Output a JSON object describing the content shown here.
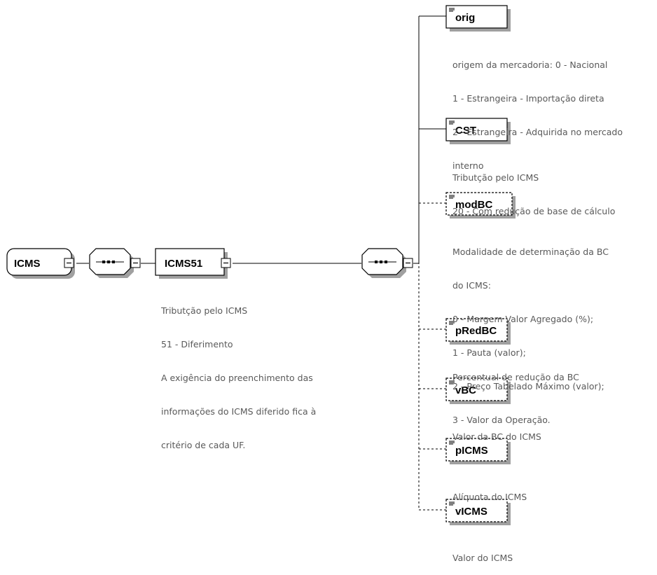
{
  "nodes": {
    "icms": {
      "label": "ICMS"
    },
    "icms51": {
      "label": "ICMS51",
      "description": [
        "Tributção pelo ICMS",
        "51 - Diferimento",
        "A exigência do preenchimento das",
        "informações do ICMS diferido fica à",
        "critério de cada UF."
      ]
    },
    "orig": {
      "label": "orig",
      "description": [
        "origem da mercadoria: 0 - Nacional",
        "1 - Estrangeira - Importação direta",
        "2 - Estrangeira - Adquirida no mercado",
        "interno"
      ]
    },
    "cst": {
      "label": "CST",
      "description": [
        "Tributção pelo ICMS",
        "20 - Com redução de base de cálculo"
      ]
    },
    "modbc": {
      "label": "modBC",
      "description": [
        "Modalidade de determinação da BC",
        "do ICMS:",
        "0 - Margem Valor Agregado (%);",
        "1 - Pauta (valor);",
        "2 - Preço Tabelado Máximo (valor);",
        "3 - Valor da Operação."
      ]
    },
    "predbc": {
      "label": "pRedBC",
      "description": [
        "Percentual de redução da BC"
      ]
    },
    "vbc": {
      "label": "vBC",
      "description": [
        "Valor da BC do ICMS"
      ]
    },
    "picms": {
      "label": "pICMS",
      "description": [
        "Alíquota do ICMS"
      ]
    },
    "vicms": {
      "label": "vICMS",
      "description": [
        "Valor do ICMS"
      ]
    }
  },
  "colors": {
    "line": "#000000",
    "shadow": "#a0a0a0",
    "description_text": "#595959"
  },
  "icons": {
    "collapse": "minus-box-icon",
    "sequence": "sequence-compositor-icon",
    "element": "element-annotation-icon"
  }
}
